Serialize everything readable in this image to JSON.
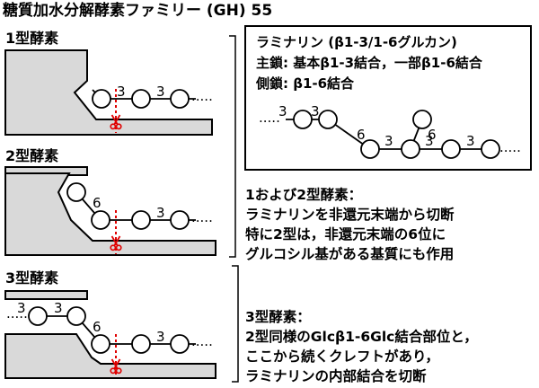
{
  "title": "糖質加水分解酵素ファミリー (GH) 55",
  "enzymes": [
    {
      "label": "1型酵素"
    },
    {
      "label": "2型酵素"
    },
    {
      "label": "3型酵素"
    }
  ],
  "laminarin_box": {
    "name": "ラミナリン (β1-3/1-6グルカン)",
    "main_chain": "主鎖: 基本β1-3結合，一部β1-6結合",
    "side_chain": "側鎖: β1-6結合"
  },
  "link_labels": {
    "b3": "3",
    "b6": "6",
    "dots": "....."
  },
  "descriptions": {
    "type12": [
      "1および2型酵素：",
      "ラミナリンを非還元末端から切断",
      "特に2型は，非還元末端の6位に",
      "グルコシル基がある基質にも作用"
    ],
    "type3": [
      "3型酵素：",
      "2型同様のGlcβ1-6Glc結合部位と，",
      "ここから続くクレフトがあり，",
      "ラミナリンの内部結合を切断"
    ]
  },
  "colors": {
    "enzyme_fill": "#d9d9d9",
    "scissors": "#e00000",
    "cut_line": "#e00000"
  }
}
